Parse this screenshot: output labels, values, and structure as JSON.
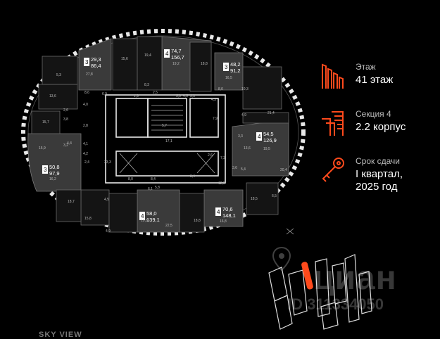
{
  "info": {
    "floor_label": "Этаж",
    "floor_value": "41 этаж",
    "section_label": "Секция 4",
    "section_value": "2.2 корпус",
    "completion_label": "Срок сдачи",
    "completion_line1": "I квартал,",
    "completion_line2": "2025 год",
    "accent_color": "#ff4a1c"
  },
  "apartments": [
    {
      "rooms": "3",
      "area": "29,3",
      "total": "86,4"
    },
    {
      "rooms": "4",
      "area": "74,7",
      "total": "156,7"
    },
    {
      "rooms": "3",
      "area": "48,2",
      "total": "91,2"
    },
    {
      "rooms": "4",
      "area": "54,5",
      "total": "126,9"
    },
    {
      "rooms": "3",
      "area": "50,8",
      "total": "97,9"
    },
    {
      "rooms": "4",
      "area": "58,0",
      "total": "139,1"
    },
    {
      "rooms": "4",
      "area": "70,6",
      "total": "148,1"
    }
  ],
  "room_areas": [
    "15,6",
    "19,4",
    "19,2",
    "18,8",
    "16,5",
    "27,8",
    "5,3",
    "13,6",
    "8,6",
    "6,9",
    "8,3",
    "2,5",
    "1,9",
    "5,9",
    "4,5",
    "3,3",
    "10,3",
    "8,0",
    "4,3",
    "4,0",
    "2,6",
    "3,8",
    "5,7",
    "2,8",
    "15,7",
    "3,2",
    "4,4",
    "15,9",
    "4,1",
    "4,2",
    "2,4",
    "21,4",
    "4,9",
    "3,3",
    "17,1",
    "2,6",
    "7,9",
    "7,3",
    "3,6",
    "13,6",
    "19,5",
    "20,4",
    "16,2",
    "33,3",
    "8,0",
    "8,4",
    "5,8",
    "3,4",
    "12,5",
    "18,5",
    "5,4",
    "6,5",
    "4,5",
    "6,1",
    "18,7",
    "15,8",
    "4,9",
    "19,8",
    "22,5",
    "18,8",
    "16,8"
  ],
  "watermark": {
    "logo": "циан",
    "id": "ID 311334050"
  },
  "footer": {
    "logo": "SKY VIEW"
  }
}
